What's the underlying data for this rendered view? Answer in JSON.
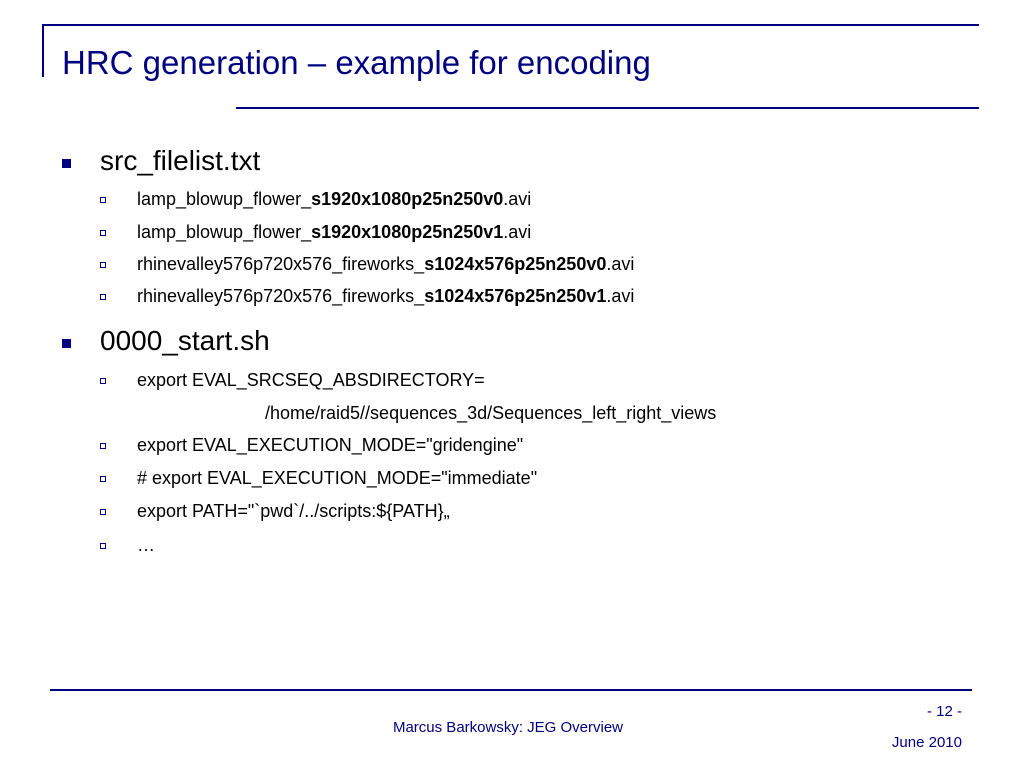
{
  "title": "HRC generation – example for encoding",
  "sections": [
    {
      "heading": "src_filelist.txt",
      "items": [
        {
          "prefix": "lamp_blowup_flower_",
          "bold": "s1920x1080p25n250v0",
          "suffix": ".avi"
        },
        {
          "prefix": "lamp_blowup_flower_",
          "bold": "s1920x1080p25n250v1",
          "suffix": ".avi"
        },
        {
          "prefix": "rhinevalley576p720x576_fireworks_",
          "bold": "s1024x576p25n250v0",
          "suffix": ".avi"
        },
        {
          "prefix": "rhinevalley576p720x576_fireworks_",
          "bold": "s1024x576p25n250v1",
          "suffix": ".avi"
        }
      ]
    },
    {
      "heading": "0000_start.sh",
      "items": [
        {
          "text": "export EVAL_SRCSEQ_ABSDIRECTORY=",
          "continuation": "/home/raid5//sequences_3d/Sequences_left_right_views"
        },
        {
          "text": "export EVAL_EXECUTION_MODE=\"gridengine\""
        },
        {
          "text": "# export EVAL_EXECUTION_MODE=\"immediate\""
        },
        {
          "text": "export PATH=\"`pwd`/../scripts:${PATH}„"
        },
        {
          "text": "…"
        }
      ]
    }
  ],
  "footer": {
    "author": "Marcus Barkowsky: JEG Overview",
    "page": "- 12 -",
    "date": "June 2010"
  },
  "colors": {
    "accent": "#000080",
    "text": "#000000",
    "background": "#ffffff"
  }
}
